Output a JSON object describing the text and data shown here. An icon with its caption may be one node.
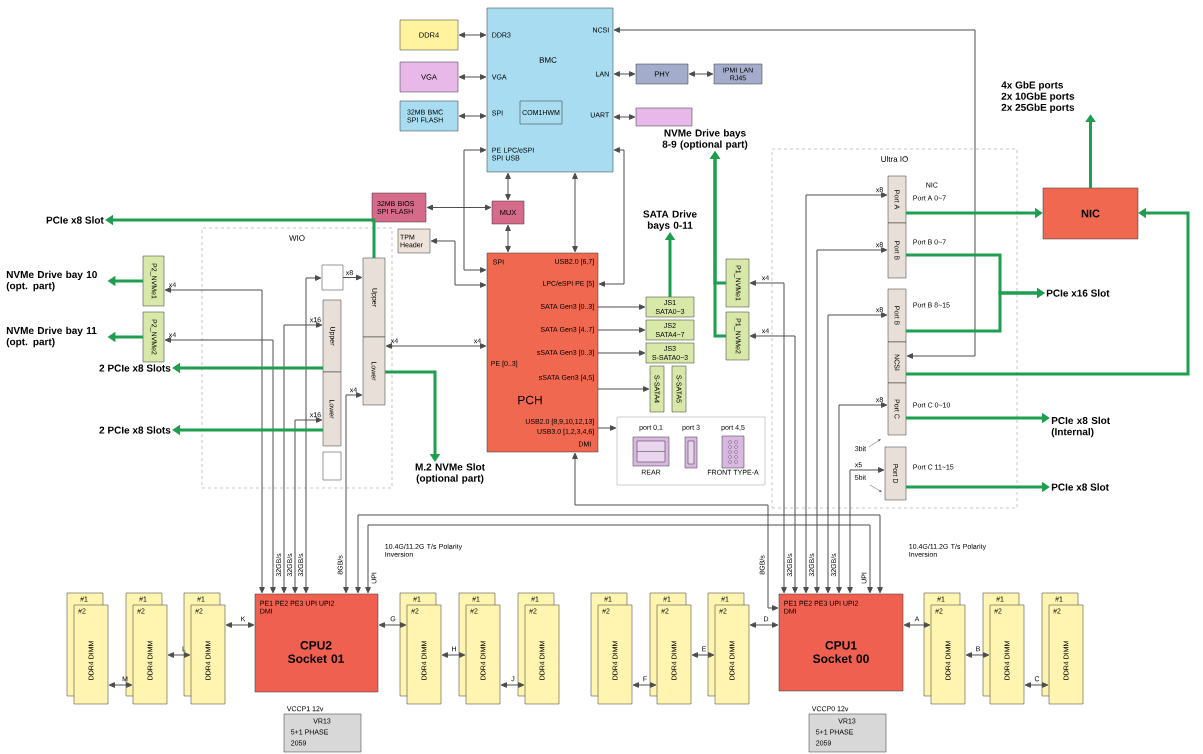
{
  "diagram": {
    "nodes": [
      {
        "text": [
          "WIO"
        ]
      },
      {
        "text": [
          "Ultra IO"
        ]
      },
      {
        "text": [
          "DDR3",
          "NCSI",
          "BMC",
          "LAN",
          "VGA",
          "SPI",
          "UART",
          "PE LPC/eSPI SPI USB"
        ]
      },
      {
        "text": [
          "COM1HWM"
        ],
        "in": 2
      },
      {
        "text": [
          "DDR4"
        ]
      },
      {
        "text": [
          "VGA"
        ]
      },
      {
        "text": [
          "32MB BMC SPI FLASH"
        ]
      },
      {
        "text": [
          "PHY"
        ]
      },
      {
        "text": [
          "IPMI LAN RJ45"
        ]
      },
      {
        "text": [],
        "shape": "box"
      },
      {
        "text": [
          "32MB BIOS SPI FLASH"
        ]
      },
      {
        "text": [
          "MUX"
        ]
      },
      {
        "text": [
          "TPM Header"
        ]
      },
      {
        "text": [
          "SPI",
          "USB2.0 [6,7]",
          "LPC/eSPI PE [5]",
          "SATA Gen3 [0..3]",
          "SATA Gen3 [4..7]",
          "sSATA Gen3 [0..3]",
          "PE [0..3]",
          "sSATA Gen3 [4,5]",
          "PCH",
          "USB2.0 [8,9,10,12,13]",
          "USB3.0 [1,2,3,4,6]",
          "DMI"
        ]
      },
      {
        "text": [
          "JS1",
          "SATA0~3"
        ]
      },
      {
        "text": [
          "JS2",
          "SATA4~7"
        ]
      },
      {
        "text": [
          "JS3",
          "S-SATA0~3"
        ]
      },
      {
        "text": [
          "S-SATA4"
        ]
      },
      {
        "text": [
          "S-SATA5"
        ]
      },
      {
        "text": [],
        "shape": "box"
      },
      {
        "text": [
          "port 0,1",
          "REAR"
        ],
        "in": 19
      },
      {
        "text": [
          "port 3"
        ],
        "in": 19
      },
      {
        "text": [
          "port 4,5",
          "FRONT TYPE-A"
        ],
        "in": 19
      },
      {
        "text": [
          "P1_NVMe1"
        ]
      },
      {
        "text": [
          "P1_NVMe2"
        ]
      },
      {
        "text": [
          "P2_NVMe1"
        ]
      },
      {
        "text": [
          "P2_NVMe2"
        ]
      },
      {
        "text": [],
        "shape": "box",
        "in": 0
      },
      {
        "text": [
          "Upper"
        ],
        "in": 0
      },
      {
        "text": [
          "Lower"
        ],
        "in": 0
      },
      {
        "text": [
          "Upper"
        ],
        "in": 0
      },
      {
        "text": [
          "Lower"
        ],
        "in": 0
      },
      {
        "text": [],
        "shape": "box",
        "in": 0
      },
      {
        "text": [
          "Port A"
        ],
        "beside": [
          "NIC",
          "Port A 0~7"
        ],
        "in": 1
      },
      {
        "text": [
          "Port B"
        ],
        "beside": [
          "Port B 0~7"
        ],
        "in": 1
      },
      {
        "text": [
          "Port B"
        ],
        "beside": [
          "Port B 8~15"
        ],
        "in": 1
      },
      {
        "text": [
          "NCSI"
        ],
        "in": 1
      },
      {
        "text": [
          "Port C"
        ],
        "beside": [
          "Port C 0~10"
        ],
        "in": 1
      },
      {
        "text": [
          "Port D"
        ],
        "beside": [
          "Port C 11~15"
        ],
        "in": 1
      },
      {
        "text": [
          "NIC"
        ]
      },
      {
        "text": [
          "4x GbE ports",
          "2x 10GbE ports",
          "2x 25GbE ports"
        ]
      },
      {
        "text": [
          "PCIe x16 Slot"
        ]
      },
      {
        "text": [
          "PCIe x8 Slot (Internal)"
        ]
      },
      {
        "text": [
          "PCIe x8 Slot"
        ]
      },
      {
        "text": [
          "NVMe Drive bays 8-9 (optional part)"
        ]
      },
      {
        "text": [
          "SATA Drive bays 0-11"
        ]
      },
      {
        "text": [
          "PCIe x8 Slot"
        ]
      },
      {
        "text": [
          "NVMe Drive bay 10 (opt. part)"
        ]
      },
      {
        "text": [
          "NVMe Drive bay 11 (opt. part)"
        ]
      },
      {
        "text": [
          "2 PCIe x8 Slots"
        ]
      },
      {
        "text": [
          "2 PCIe x8 Slots"
        ]
      },
      {
        "text": [
          "M.2 NVMe Slot (optional part)"
        ]
      },
      {
        "text": [
          "PE1 PE2 PE3 UPI UPI2",
          "DMI",
          "CPU2 Socket 01"
        ]
      },
      {
        "text": [
          "PE1 PE2 PE3 UPI UPI2",
          "DMI",
          "CPU1 Socket 00"
        ]
      },
      {
        "text": [
          "VR13",
          "5+1 PHASE",
          "2059"
        ],
        "beside": [
          "VCCP1 12v"
        ]
      },
      {
        "text": [
          "VR13",
          "5+1 PHASE",
          "2059"
        ],
        "beside": [
          "VCCP0 12v"
        ]
      },
      {
        "text": [
          "#1"
        ]
      },
      {
        "text": [
          "#2",
          "DDR4 DIMM"
        ]
      },
      {
        "text": [
          "#1"
        ]
      },
      {
        "text": [
          "#2",
          "DDR4 DIMM"
        ]
      },
      {
        "text": [
          "#1"
        ]
      },
      {
        "text": [
          "#2",
          "DDR4 DIMM"
        ]
      },
      {
        "text": [
          "#1"
        ]
      },
      {
        "text": [
          "#2",
          "DDR4 DIMM"
        ]
      },
      {
        "text": [
          "#1"
        ]
      },
      {
        "text": [
          "#2",
          "DDR4 DIMM"
        ]
      },
      {
        "text": [
          "#1"
        ]
      },
      {
        "text": [
          "#2",
          "DDR4 DIMM"
        ]
      },
      {
        "text": [
          "#1"
        ]
      },
      {
        "text": [
          "#2",
          "DDR4 DIMM"
        ]
      },
      {
        "text": [
          "#1"
        ]
      },
      {
        "text": [
          "#2",
          "DDR4 DIMM"
        ]
      },
      {
        "text": [
          "#1"
        ]
      },
      {
        "text": [
          "#2",
          "DDR4 DIMM"
        ]
      },
      {
        "text": [
          "#1"
        ]
      },
      {
        "text": [
          "#2",
          "DDR4 DIMM"
        ]
      },
      {
        "text": [
          "#1"
        ]
      },
      {
        "text": [
          "#2",
          "DDR4 DIMM"
        ]
      },
      {
        "text": [
          "#1"
        ]
      },
      {
        "text": [
          "#2",
          "DDR4 DIMM"
        ]
      }
    ],
    "edges": [
      {
        "from": 4,
        "to": 2,
        "arrow": "both"
      },
      {
        "from": 5,
        "to": 2,
        "arrow": "both"
      },
      {
        "from": 6,
        "to": 2,
        "arrow": "both"
      },
      {
        "from": 2,
        "to": 7,
        "arrow": "both"
      },
      {
        "from": 7,
        "to": 8,
        "arrow": "both"
      },
      {
        "from": 2,
        "to": 9,
        "arrow": "both"
      },
      {
        "from": 2,
        "to": 11,
        "arrow": "both"
      },
      {
        "from": 10,
        "to": 11,
        "arrow": "both"
      },
      {
        "from": 11,
        "to": 13,
        "arrow": "both"
      },
      {
        "from": 12,
        "to": 13,
        "arrow": "both"
      },
      {
        "from": 2,
        "to": 13,
        "arrow": "both"
      },
      {
        "from": 2,
        "to": 13,
        "arrow": "both"
      },
      {
        "from": 2,
        "to": 36,
        "arrow": "both"
      },
      {
        "from": 2,
        "to": 13,
        "arrow": "both"
      },
      {
        "from": 13,
        "to": 14,
        "arrow": "to"
      },
      {
        "from": 13,
        "to": 15,
        "arrow": "to"
      },
      {
        "from": 13,
        "to": 16,
        "arrow": "to"
      },
      {
        "from": 13,
        "to": 17,
        "arrow": "to"
      },
      {
        "from": 13,
        "to": 19,
        "arrow": "to"
      },
      {
        "from": 14,
        "to": 45,
        "arrow": "to",
        "style": "thick",
        "color": "#1e9e4e"
      },
      {
        "from": 23,
        "to": 44,
        "arrow": "to",
        "style": "thick",
        "color": "#1e9e4e"
      },
      {
        "from": 24,
        "to": 44,
        "arrow": "to",
        "style": "thick",
        "color": "#1e9e4e"
      },
      {
        "from": 33,
        "to": 39,
        "arrow": "to",
        "style": "thick",
        "color": "#1e9e4e"
      },
      {
        "from": 36,
        "to": 39,
        "arrow": "to",
        "style": "thick",
        "color": "#1e9e4e"
      },
      {
        "from": 34,
        "to": 41,
        "arrow": "to",
        "style": "thick",
        "color": "#1e9e4e"
      },
      {
        "from": 35,
        "to": 41,
        "arrow": "to",
        "style": "thick",
        "color": "#1e9e4e"
      },
      {
        "from": 37,
        "to": 42,
        "arrow": "to",
        "style": "thick",
        "color": "#1e9e4e"
      },
      {
        "from": 38,
        "to": 43,
        "arrow": "to",
        "style": "thick",
        "color": "#1e9e4e"
      },
      {
        "from": 39,
        "to": 40,
        "arrow": "to",
        "style": "thick",
        "color": "#1e9e4e"
      },
      {
        "from": 53,
        "to": 33,
        "arrow": "both"
      },
      {
        "from": 53,
        "to": 34,
        "arrow": "both"
      },
      {
        "from": 53,
        "to": 35,
        "arrow": "both"
      },
      {
        "from": 53,
        "to": 37,
        "arrow": "both"
      },
      {
        "from": 53,
        "to": 38,
        "arrow": "both"
      },
      {
        "from": 53,
        "to": 23,
        "arrow": "both"
      },
      {
        "from": 53,
        "to": 24,
        "arrow": "both"
      },
      {
        "from": 13,
        "to": 53,
        "arrow": "both"
      },
      {
        "from": 52,
        "to": 29,
        "arrow": "both"
      },
      {
        "from": 52,
        "to": 25,
        "arrow": "both"
      },
      {
        "from": 52,
        "to": 26,
        "arrow": "both"
      },
      {
        "from": 52,
        "to": 30,
        "arrow": "both"
      },
      {
        "from": 52,
        "to": 31,
        "arrow": "both"
      },
      {
        "from": 52,
        "to": 27,
        "arrow": "both"
      },
      {
        "from": 27,
        "to": 28,
        "arrow": "to"
      },
      {
        "from": 13,
        "to": 29,
        "arrow": "both"
      },
      {
        "from": 28,
        "to": 46,
        "arrow": "to",
        "style": "thick",
        "color": "#1e9e4e"
      },
      {
        "from": 30,
        "to": 49,
        "arrow": "to",
        "style": "thick",
        "color": "#1e9e4e"
      },
      {
        "from": 31,
        "to": 50,
        "arrow": "to",
        "style": "thick",
        "color": "#1e9e4e"
      },
      {
        "from": 29,
        "to": 51,
        "arrow": "to",
        "style": "thick",
        "color": "#1e9e4e"
      },
      {
        "from": 25,
        "to": 47,
        "arrow": "to",
        "style": "thick",
        "color": "#1e9e4e"
      },
      {
        "from": 26,
        "to": 48,
        "arrow": "to",
        "style": "thick",
        "color": "#1e9e4e"
      },
      {
        "from": 52,
        "to": 53,
        "arrow": "both"
      },
      {
        "from": 52,
        "to": 53,
        "arrow": "both"
      },
      {
        "from": 52,
        "to": 61,
        "arrow": "both"
      },
      {
        "from": 61,
        "to": 59,
        "arrow": "both"
      },
      {
        "from": 59,
        "to": 57,
        "arrow": "both"
      },
      {
        "from": 52,
        "to": 63,
        "arrow": "both"
      },
      {
        "from": 63,
        "to": 65,
        "arrow": "both"
      },
      {
        "from": 65,
        "to": 67,
        "arrow": "both"
      },
      {
        "from": 53,
        "to": 73,
        "arrow": "both"
      },
      {
        "from": 73,
        "to": 71,
        "arrow": "both"
      },
      {
        "from": 71,
        "to": 69,
        "arrow": "both"
      },
      {
        "from": 53,
        "to": 75,
        "arrow": "both"
      },
      {
        "from": 75,
        "to": 77,
        "arrow": "both"
      },
      {
        "from": 77,
        "to": 79,
        "arrow": "both"
      }
    ],
    "labels": [
      "x8",
      "x8",
      "x4",
      "x8",
      "x4",
      "x4",
      "x8",
      "x16",
      "x4",
      "x4",
      "x4",
      "x4",
      "x8",
      "x5",
      "3bit",
      "5bit",
      "x16",
      "32GB/s",
      "32GB/s",
      "32GB/s",
      "8GB/s",
      "UPI",
      "10.4G/11.2G T/s Polarity Inversion",
      "8GB/s",
      "32GB/s",
      "32GB/s",
      "32GB/s",
      "UPI",
      "10.4G/11.2G T/s Polarity Inversion",
      "K",
      "L",
      "M",
      "G",
      "H",
      "J",
      "D",
      "E",
      "F",
      "A",
      "B",
      "C"
    ]
  }
}
